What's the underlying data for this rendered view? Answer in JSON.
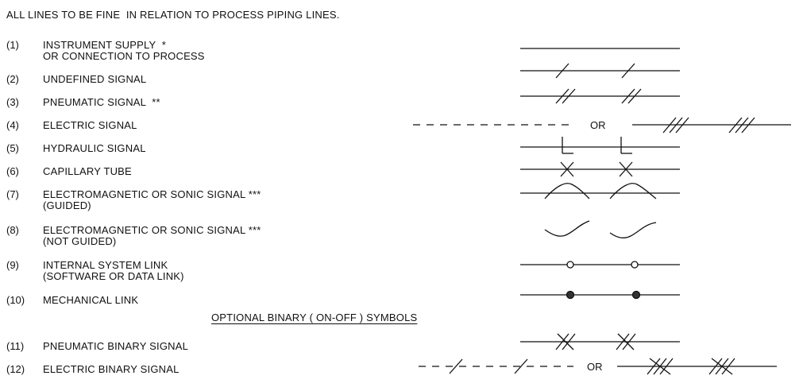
{
  "heading": "ALL LINES TO BE FINE  IN RELATION TO PROCESS PIPING LINES.",
  "optional_heading": "OPTIONAL BINARY ( ON-OFF ) SYMBOLS",
  "or_label": "OR",
  "items": [
    {
      "num": "(1)",
      "line1": "INSTRUMENT SUPPLY  *",
      "line2": "OR CONNECTION TO PROCESS"
    },
    {
      "num": "(2)",
      "line1": "UNDEFINED SIGNAL",
      "line2": ""
    },
    {
      "num": "(3)",
      "line1": "PNEUMATIC SIGNAL  **",
      "line2": ""
    },
    {
      "num": "(4)",
      "line1": "ELECTRIC SIGNAL",
      "line2": ""
    },
    {
      "num": "(5)",
      "line1": "HYDRAULIC SIGNAL",
      "line2": ""
    },
    {
      "num": "(6)",
      "line1": "CAPILLARY TUBE",
      "line2": ""
    },
    {
      "num": "(7)",
      "line1": "ELECTROMAGNETIC OR SONIC SIGNAL ***",
      "line2": "(GUIDED)"
    },
    {
      "num": "(8)",
      "line1": "ELECTROMAGNETIC OR SONIC SIGNAL ***",
      "line2": "(NOT GUIDED)"
    },
    {
      "num": "(9)",
      "line1": "INTERNAL SYSTEM LINK",
      "line2": "(SOFTWARE OR DATA LINK)"
    },
    {
      "num": "(10)",
      "line1": "MECHANICAL LINK",
      "line2": ""
    },
    {
      "num": "(11)",
      "line1": "PNEUMATIC BINARY SIGNAL",
      "line2": ""
    },
    {
      "num": "(12)",
      "line1": "ELECTRIC BINARY SIGNAL",
      "line2": ""
    }
  ]
}
